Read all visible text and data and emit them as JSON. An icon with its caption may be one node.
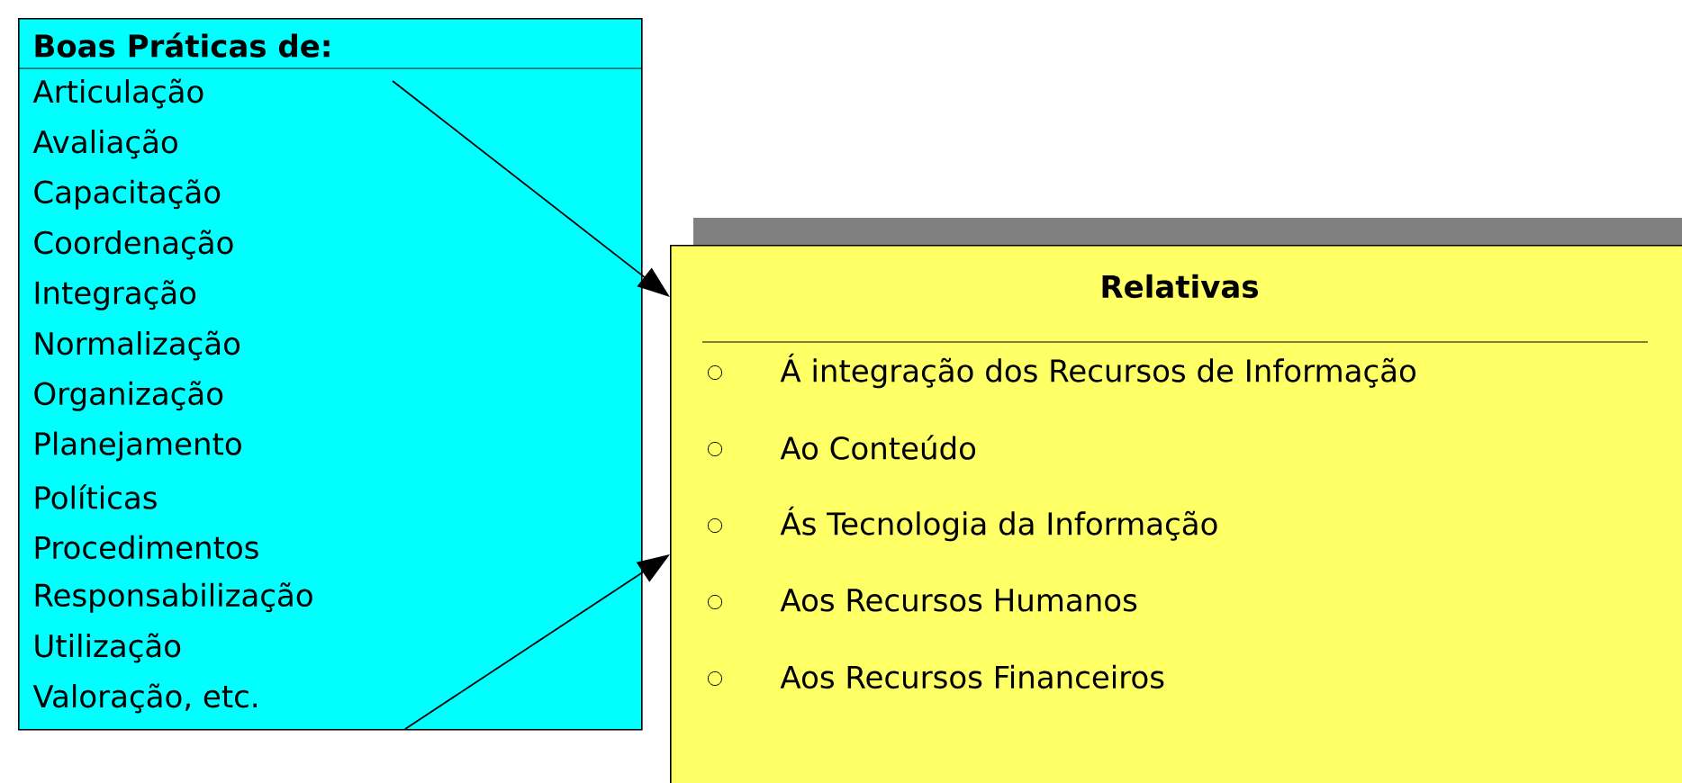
{
  "diagram": {
    "nodes": [
      {
        "text": [
          "Boas Práticas de:",
          "Articulação",
          "Avaliação",
          "Capacitação",
          "Coordenação",
          "Integração",
          "Normalização",
          "Organização",
          "Planejamento",
          "Políticas",
          "Procedimentos",
          "Responsabilização",
          "Utilização",
          "Valoração, etc."
        ]
      },
      {
        "text": [
          "Relativas",
          "Á integração dos Recursos de Informação",
          "Ao Conteúdo",
          "Ás Tecnologia da Informação",
          "Aos Recursos Humanos",
          "Aos Recursos Financeiros"
        ]
      }
    ],
    "edges": [
      {
        "from": 0,
        "to": 1,
        "arrow": "to"
      },
      {
        "from": 0,
        "to": 1,
        "arrow": "to"
      }
    ]
  }
}
